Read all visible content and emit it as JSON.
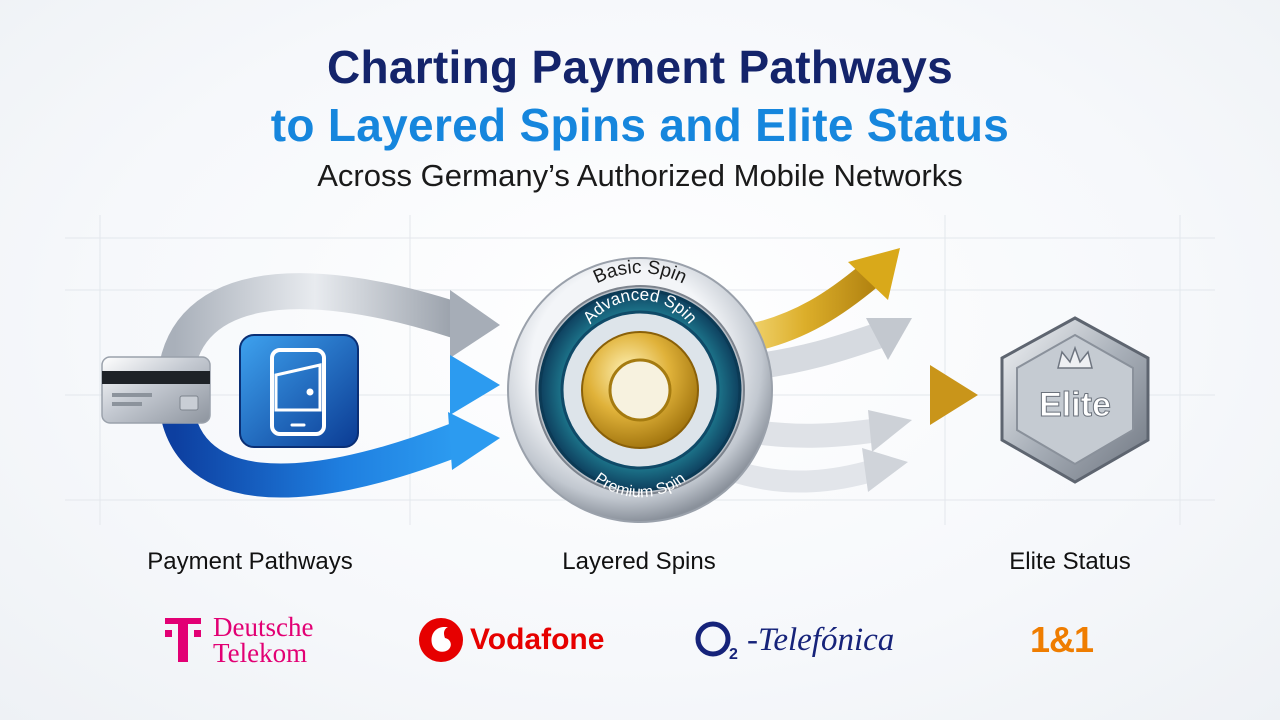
{
  "header": {
    "title_line1": "Charting Payment Pathways",
    "title_line2": "to Layered Spins and Elite Status",
    "subtitle": "Across Germany’s Authorized Mobile Networks"
  },
  "stages": {
    "payment": "Payment Pathways",
    "spins": "Layered Spins",
    "elite": "Elite Status"
  },
  "rings": {
    "outer": "Basic Spin",
    "middle": "Advanced Spin",
    "inner": "Premium Spin"
  },
  "badge": {
    "label": "Elite"
  },
  "providers": {
    "telekom": {
      "line1": "Deutsche",
      "line2": "Telekom"
    },
    "vodafone": "Vodafone",
    "o2": "-Telefónica",
    "one_and_one": "1&1"
  },
  "icons": {
    "card": "credit-card-icon",
    "wallet": "mobile-wallet-icon",
    "crown": "crown-icon",
    "telekom": "telekom-t-icon",
    "vodafone": "vodafone-speechmark-icon",
    "o2": "o2-icon"
  },
  "colors": {
    "navy": "#14246b",
    "blue": "#1686dd",
    "gold": "#d9a91a",
    "silver": "#b8bec7",
    "teal": "#1b6f86",
    "telekom": "#e20074",
    "vodafone": "#e60000",
    "o2": "#16237a",
    "one_and_one": "#ef7d00"
  }
}
